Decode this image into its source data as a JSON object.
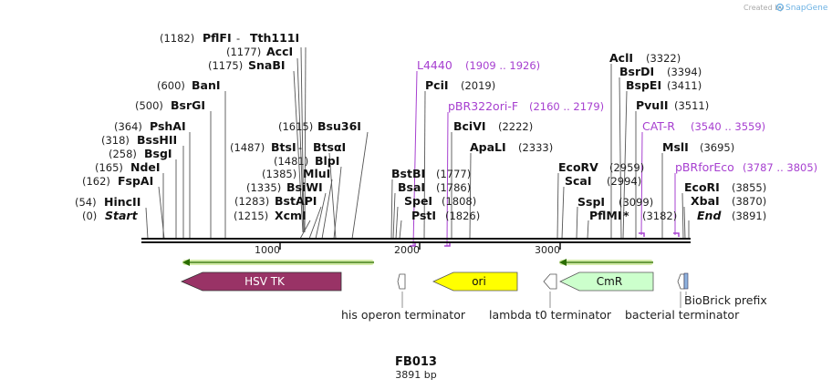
{
  "watermark": "Created by",
  "watermark_brand": "SnapGene",
  "map_title": "FB013",
  "map_size": "3891 bp",
  "ruler_ticks": [
    "1000",
    "2000",
    "3000"
  ],
  "left_sites": [
    {
      "pos": "(1182)",
      "name": "PflFI",
      "sep": " - ",
      "name2": "Tth111I"
    },
    {
      "pos": "(1177)",
      "name": "AccI"
    },
    {
      "pos": "(1175)",
      "name": "SnaBI"
    },
    {
      "pos": "(600)",
      "name": "BanI"
    },
    {
      "pos": "(500)",
      "name": "BsrGI"
    },
    {
      "pos": "(364)",
      "name": "PshAI"
    },
    {
      "pos": "(318)",
      "name": "BssHII"
    },
    {
      "pos": "(258)",
      "name": "BsgI"
    },
    {
      "pos": "(165)",
      "name": "NdeI"
    },
    {
      "pos": "(162)",
      "name": "FspAI"
    },
    {
      "pos": "(54)",
      "name": "HincII"
    },
    {
      "pos": "(0)",
      "name": "Start"
    }
  ],
  "mid_sites": [
    {
      "pos": "(1615)",
      "name": "Bsu36I"
    },
    {
      "pos": "(1487)",
      "name": "BtsI",
      "sep": " - ",
      "name2": "BtsαI"
    },
    {
      "pos": "(1481)",
      "name": "BlpI"
    },
    {
      "pos": "(1385)",
      "name": "MluI"
    },
    {
      "pos": "(1335)",
      "name": "BsiWI"
    },
    {
      "pos": "(1283)",
      "name": "BstAPI"
    },
    {
      "pos": "(1215)",
      "name": "XcmI"
    }
  ],
  "center_sites": [
    {
      "name": "PciI",
      "pos": "(2019)"
    },
    {
      "name": "BciVI",
      "pos": "(2222)"
    },
    {
      "name": "ApaLI",
      "pos": "(2333)"
    },
    {
      "name": "BstBI",
      "pos": "(1777)"
    },
    {
      "name": "BsaI",
      "pos": "(1786)"
    },
    {
      "name": "SpeI",
      "pos": "(1808)"
    },
    {
      "name": "PstI",
      "pos": "(1826)"
    }
  ],
  "right_sites": [
    {
      "name": "AclI",
      "pos": "(3322)"
    },
    {
      "name": "BsrDI",
      "pos": "(3394)"
    },
    {
      "name": "BspEI",
      "pos": "(3411)"
    },
    {
      "name": "PvuII",
      "pos": "(3511)"
    },
    {
      "name": "MslI",
      "pos": "(3695)"
    },
    {
      "name": "EcoRV",
      "pos": "(2959)"
    },
    {
      "name": "ScaI",
      "pos": "(2994)"
    },
    {
      "name": "SspI",
      "pos": "(3099)"
    },
    {
      "name": "PflMI",
      "star": " *",
      "pos": "(3182)"
    },
    {
      "name": "EcoRI",
      "pos": "(3855)"
    },
    {
      "name": "XbaI",
      "pos": "(3870)"
    },
    {
      "name": "End",
      "pos": "(3891)"
    }
  ],
  "primers": [
    {
      "name": "L4440",
      "pos": "(1909 .. 1926)"
    },
    {
      "name": "pBR322ori-F",
      "pos": "(2160 .. 2179)"
    },
    {
      "name": "CAT-R",
      "pos": "(3540 .. 3559)"
    },
    {
      "name": "pBRforEco",
      "pos": "(3787 .. 3805)"
    }
  ],
  "features": {
    "hsvtk": "HSV TK",
    "ori": "ori",
    "cmr": "CmR",
    "his_term": "his operon terminator",
    "lambda_term": "lambda t0 terminator",
    "bact_term": "bacterial terminator",
    "biobrick": "BioBrick prefix"
  },
  "colors": {
    "hsvtk": "#993366",
    "ori": "#ffff00",
    "cmr": "#ccffcc",
    "orf_arrow": "#bde28a",
    "primer": "#a740d0",
    "biobrick": "#8fb3e0"
  }
}
